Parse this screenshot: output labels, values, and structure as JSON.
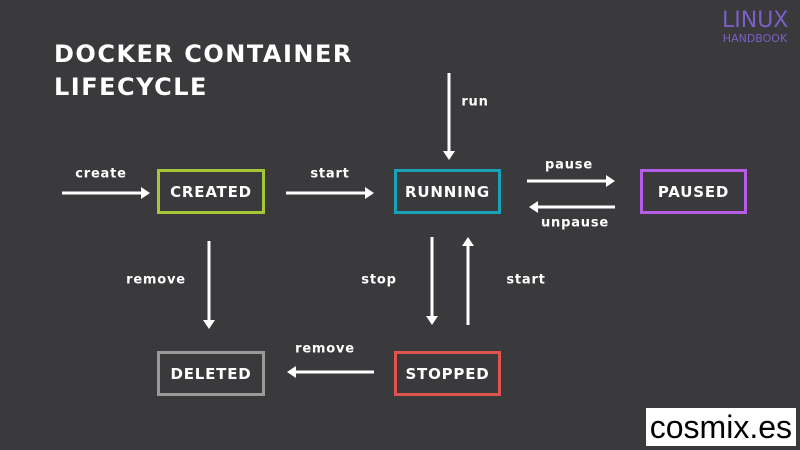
{
  "title_lines": [
    "DOCKER CONTAINER",
    "LIFECYCLE"
  ],
  "logo": {
    "top": "LINUX",
    "bottom": "HANDBOOK",
    "color": "#7a5fc4"
  },
  "states": [
    {
      "id": "created",
      "label": "CREATED",
      "color": "#a4c639"
    },
    {
      "id": "running",
      "label": "RUNNING",
      "color": "#17a2b8"
    },
    {
      "id": "paused",
      "label": "PAUSED",
      "color": "#b75ce8"
    },
    {
      "id": "deleted",
      "label": "DELETED",
      "color": "#9a9a9a"
    },
    {
      "id": "stopped",
      "label": "STOPPED",
      "color": "#e0544f"
    }
  ],
  "transitions": [
    {
      "id": "create",
      "label": "create",
      "from": null,
      "to": "created"
    },
    {
      "id": "start1",
      "label": "start",
      "from": "created",
      "to": "running"
    },
    {
      "id": "run",
      "label": "run",
      "from": null,
      "to": "running"
    },
    {
      "id": "pause",
      "label": "pause",
      "from": "running",
      "to": "paused"
    },
    {
      "id": "unpause",
      "label": "unpause",
      "from": "paused",
      "to": "running"
    },
    {
      "id": "remove1",
      "label": "remove",
      "from": "created",
      "to": "deleted"
    },
    {
      "id": "stop",
      "label": "stop",
      "from": "running",
      "to": "stopped"
    },
    {
      "id": "start2",
      "label": "start",
      "from": "stopped",
      "to": "running"
    },
    {
      "id": "remove2",
      "label": "remove",
      "from": "stopped",
      "to": "deleted"
    }
  ],
  "watermark": "cosmix.es",
  "background_color": "#3a3a3d",
  "arrow_color": "#ffffff"
}
